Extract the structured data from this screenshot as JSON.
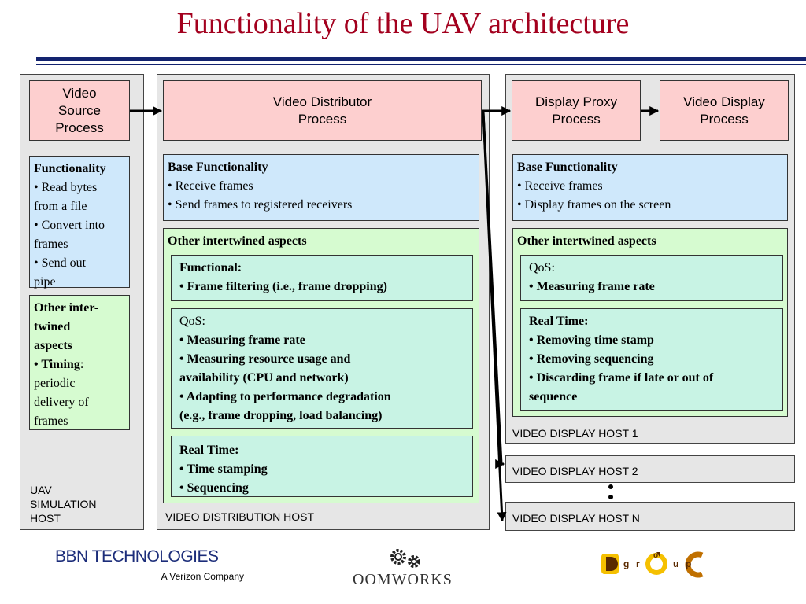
{
  "title": "Functionality of the UAV architecture",
  "uav_host": {
    "label_lines": [
      "UAV",
      "SIMULATION",
      "HOST"
    ],
    "process_lines": [
      "Video",
      "Source",
      "Process"
    ],
    "functionality": {
      "heading": "Functionality",
      "items": [
        "• Read bytes",
        "from a file",
        "• Convert into",
        "frames",
        "• Send out",
        "pipe"
      ]
    },
    "other": {
      "heading_lines": [
        "Other inter-",
        "twined",
        "aspects"
      ],
      "bullet_bold": "• Timing",
      "bullet_rest": ":",
      "lines": [
        "periodic",
        "delivery of",
        "frames"
      ]
    }
  },
  "distribution_host": {
    "label": "VIDEO DISTRIBUTION HOST",
    "process_lines": [
      "Video Distributor",
      "Process"
    ],
    "base": {
      "heading": "Base Functionality",
      "items": [
        "• Receive frames",
        "• Send frames to registered receivers"
      ]
    },
    "other_heading": "Other intertwined aspects",
    "functional": {
      "heading": "Functional:",
      "items": [
        "• Frame filtering (i.e., frame dropping)"
      ]
    },
    "qos": {
      "heading": "QoS:",
      "items": [
        "• Measuring frame rate",
        "• Measuring resource usage and",
        "availability (CPU and network)",
        "• Adapting to performance degradation",
        "(e.g., frame dropping, load balancing)"
      ]
    },
    "realtime": {
      "heading": "Real Time:",
      "items": [
        "• Time stamping",
        "• Sequencing"
      ]
    }
  },
  "display_host": {
    "label": "VIDEO DISPLAY HOST 1",
    "proxy_lines": [
      "Display Proxy",
      "Process"
    ],
    "display_lines": [
      "Video Display",
      "Process"
    ],
    "base": {
      "heading": "Base Functionality",
      "items": [
        "• Receive frames",
        "• Display frames on the screen"
      ]
    },
    "other_heading": "Other intertwined aspects",
    "qos": {
      "heading": "QoS:",
      "items": [
        "• Measuring frame rate"
      ]
    },
    "realtime": {
      "heading": "Real Time:",
      "items": [
        "• Removing time stamp",
        "• Removing sequencing",
        "• Discarding frame if late or out of",
        "sequence"
      ]
    }
  },
  "host2_label": "VIDEO DISPLAY HOST 2",
  "hostN_label": "VIDEO DISPLAY HOST N",
  "logos": {
    "bbn": "BBN TECHNOLOGIES",
    "bbn_sub": "A Verizon Company",
    "oomworks": "OOMWORKS",
    "doc_letters": [
      "g",
      "r",
      "o",
      "u",
      "p"
    ]
  },
  "colors": {
    "title": "#a3001e",
    "rule": "#13236f",
    "process_fill": "#fdcfcf",
    "base_fill": "#cfe8fb",
    "other_fill": "#d6fbd0",
    "inner_fill": "#c8f3e4",
    "host_fill": "#e6e6e6"
  }
}
